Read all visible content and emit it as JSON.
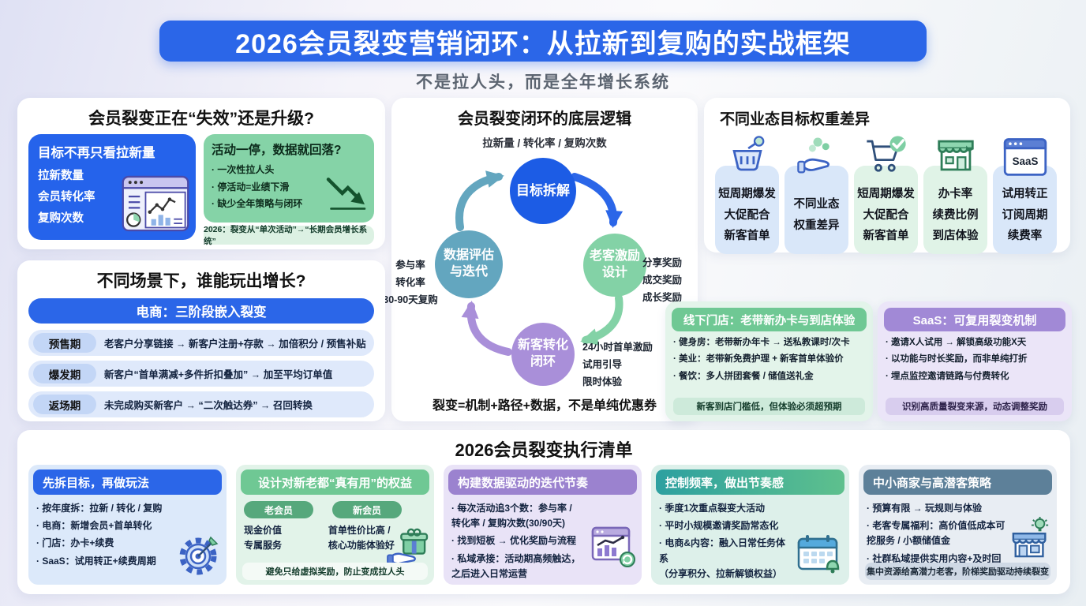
{
  "header": {
    "title": "2026会员裂变营销闭环：从拉新到复购的实战框架",
    "subtitle": "不是拉人头，而是全年增长系统"
  },
  "panel_fail": {
    "title": "会员裂变正在“失效”还是升级?",
    "blue_card": {
      "title": "目标不再只看拉新量",
      "items": [
        "拉新数量",
        "会员转化率",
        "复购次数"
      ]
    },
    "green_card": {
      "title": "活动一停，数据就回落?",
      "items": [
        "· 一次性拉人头",
        "· 停活动=业绩下滑",
        "· 缺少全年策略与闭环"
      ]
    },
    "footnote": "2026：裂变从“单次活动”→“长期会员增长系统”"
  },
  "panel_loop": {
    "title": "会员裂变闭环的底层逻辑",
    "top_label": "拉新量 / 转化率 / 复购次数",
    "nodes": {
      "goal": "目标拆解",
      "old": "老客激励\n设计",
      "new": "新客转化\n闭环",
      "data": "数据评估\n与迭代"
    },
    "right_labels": [
      "分享奖励",
      "成交奖励",
      "成长奖励"
    ],
    "new_labels": [
      "24小时首单激励",
      "试用引导",
      "限时体验"
    ],
    "left_labels": [
      "参与率",
      "转化率",
      "30-90天复购"
    ],
    "footer": "裂变=机制+路径+数据，不是单纯优惠券"
  },
  "panel_weights": {
    "title": "不同业态目标权重差异",
    "columns": [
      {
        "icon": "basket-icon",
        "lines": [
          "短周期爆发",
          "大促配合",
          "新客首单"
        ]
      },
      {
        "icon": "hand-seedling-icon",
        "lines": [
          "不同业态",
          "权重差异"
        ]
      },
      {
        "icon": "cart-check-icon",
        "lines": [
          "短周期爆发",
          "大促配合",
          "新客首单"
        ]
      },
      {
        "icon": "storefront-icon",
        "lines": [
          "办卡率",
          "续费比例",
          "到店体验"
        ]
      },
      {
        "icon": "saas-window-icon",
        "icon_label": "SaaS",
        "lines": [
          "试用转正",
          "订阅周期",
          "续费率"
        ]
      }
    ]
  },
  "panel_scenarios": {
    "title": "不同场景下，谁能玩出增长?",
    "header_bar": "电商：三阶段嵌入裂变",
    "rows": [
      {
        "stage": "预售期",
        "text": "老客户分享链接 → 新客户注册+存款 → 加倍积分 / 预售补贴"
      },
      {
        "stage": "爆发期",
        "text": "新客户“首单满减+多件折扣叠加” → 加至平均订单值"
      },
      {
        "stage": "返场期",
        "text": "未完成购买新客户 → “二次触达券” → 召回转换"
      }
    ]
  },
  "panel_offline": {
    "title": "线下门店：老带新办卡与到店体验",
    "bullets": [
      "· 健身房：老带新办年卡 → 送私教课时/次卡",
      "· 美业：老带新免费护理 + 新客首单体验价",
      "· 餐饮：多人拼团套餐 / 储值送礼金"
    ],
    "footer": "新客到店门槛低，但体验必须超预期"
  },
  "panel_saas": {
    "title": "SaaS：可复用裂变机制",
    "bullets": [
      "· 邀请X人试用 → 解锁高级功能X天",
      "· 以功能与时长奖励，而非单纯打折",
      "· 埋点监控邀请链路与付费转化"
    ],
    "footer": "识别高质量裂变来源，动态调整奖励"
  },
  "checklist": {
    "title": "2026会员裂变执行清单",
    "cards": [
      {
        "header": "先拆目标，再做玩法",
        "bullets": [
          "· 按年度拆：拉新 / 转化 / 复购",
          "· 电商：新增会员+首单转化",
          "· 门店：办卡+续费",
          "· SaaS：试用转正+续费周期"
        ]
      },
      {
        "header": "设计对新老都“真有用”的权益",
        "pills": [
          "老会员",
          "新会员"
        ],
        "pill_texts": [
          "现金价值\n专属服务",
          "首单性价比高 /\n核心功能体验好"
        ],
        "footer": "避免只给虚拟奖励，防止变成拉人头"
      },
      {
        "header": "构建数据驱动的迭代节奏",
        "bullets": [
          "· 每次活动追3个数：参与率 /\n转化率 / 复购次数(30/90天)",
          "· 找到短板 → 优化奖励与流程",
          "· 私域承接：活动期高频触达，\n之后进入日常运营"
        ]
      },
      {
        "header": "控制频率，做出节奏感",
        "bullets": [
          "· 季度1次重点裂变大活动",
          "· 平时小规模邀请奖励常态化",
          "· 电商&内容：融入日常任务体系\n（分享积分、拉新解锁权益）"
        ]
      },
      {
        "header": "中小商家与高潜客策略",
        "bullets": [
          "· 预算有限 → 玩规则与体验",
          "· 老客专属福利：高价值低成本可\n挖服务 / 小额储值金",
          "· 社群私域提供实用内容+及时回复"
        ],
        "footer": "集中资源给高潜力老客，阶梯奖励驱动持续裂变"
      }
    ]
  }
}
